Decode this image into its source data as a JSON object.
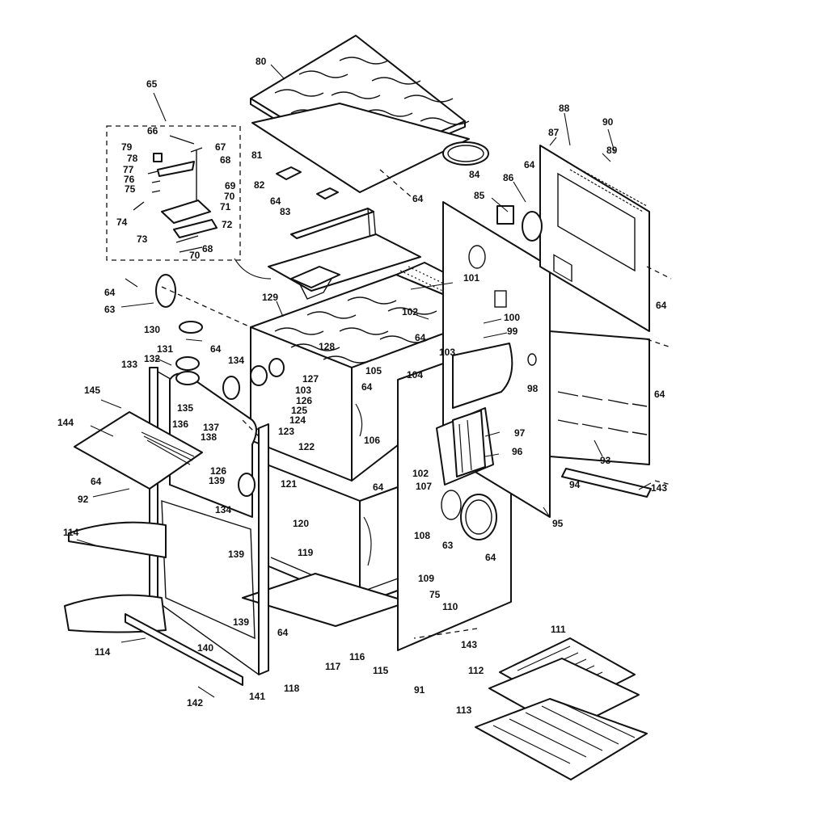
{
  "diagram": {
    "callouts": [
      {
        "id": "c80",
        "label": "80"
      },
      {
        "id": "c65",
        "label": "65"
      },
      {
        "id": "c66",
        "label": "66"
      },
      {
        "id": "c79",
        "label": "79"
      },
      {
        "id": "c78",
        "label": "78"
      },
      {
        "id": "c77",
        "label": "77"
      },
      {
        "id": "c76",
        "label": "76"
      },
      {
        "id": "c75a",
        "label": "75"
      },
      {
        "id": "c74",
        "label": "74"
      },
      {
        "id": "c73",
        "label": "73"
      },
      {
        "id": "c67",
        "label": "67"
      },
      {
        "id": "c68a",
        "label": "68"
      },
      {
        "id": "c69",
        "label": "69"
      },
      {
        "id": "c70a",
        "label": "70"
      },
      {
        "id": "c71",
        "label": "71"
      },
      {
        "id": "c72",
        "label": "72"
      },
      {
        "id": "c68b",
        "label": "68"
      },
      {
        "id": "c70b",
        "label": "70"
      },
      {
        "id": "c81",
        "label": "81"
      },
      {
        "id": "c82",
        "label": "82"
      },
      {
        "id": "c64a",
        "label": "64"
      },
      {
        "id": "c83",
        "label": "83"
      },
      {
        "id": "c84",
        "label": "84"
      },
      {
        "id": "c64b",
        "label": "64"
      },
      {
        "id": "c85",
        "label": "85"
      },
      {
        "id": "c86",
        "label": "86"
      },
      {
        "id": "c64c",
        "label": "64"
      },
      {
        "id": "c87",
        "label": "87"
      },
      {
        "id": "c88",
        "label": "88"
      },
      {
        "id": "c89",
        "label": "89"
      },
      {
        "id": "c90",
        "label": "90"
      },
      {
        "id": "c64d",
        "label": "64"
      },
      {
        "id": "c63a",
        "label": "63"
      },
      {
        "id": "c129",
        "label": "129"
      },
      {
        "id": "c101",
        "label": "101"
      },
      {
        "id": "c102a",
        "label": "102"
      },
      {
        "id": "c100",
        "label": "100"
      },
      {
        "id": "c99",
        "label": "99"
      },
      {
        "id": "c64e",
        "label": "64"
      },
      {
        "id": "c130",
        "label": "130"
      },
      {
        "id": "c64f",
        "label": "64"
      },
      {
        "id": "c131",
        "label": "131"
      },
      {
        "id": "c132",
        "label": "132"
      },
      {
        "id": "c133",
        "label": "133"
      },
      {
        "id": "c134a",
        "label": "134"
      },
      {
        "id": "c128",
        "label": "128"
      },
      {
        "id": "c64g",
        "label": "64"
      },
      {
        "id": "c103a",
        "label": "103"
      },
      {
        "id": "c127",
        "label": "127"
      },
      {
        "id": "c105",
        "label": "105"
      },
      {
        "id": "c104",
        "label": "104"
      },
      {
        "id": "c64h",
        "label": "64"
      },
      {
        "id": "c145",
        "label": "145"
      },
      {
        "id": "c135",
        "label": "135"
      },
      {
        "id": "c103b",
        "label": "103"
      },
      {
        "id": "c126a",
        "label": "126"
      },
      {
        "id": "c125",
        "label": "125"
      },
      {
        "id": "c124",
        "label": "124"
      },
      {
        "id": "c98",
        "label": "98"
      },
      {
        "id": "c64i",
        "label": "64"
      },
      {
        "id": "c144",
        "label": "144"
      },
      {
        "id": "c136",
        "label": "136"
      },
      {
        "id": "c137",
        "label": "137"
      },
      {
        "id": "c138",
        "label": "138"
      },
      {
        "id": "c123",
        "label": "123"
      },
      {
        "id": "c106",
        "label": "106"
      },
      {
        "id": "c122",
        "label": "122"
      },
      {
        "id": "c97",
        "label": "97"
      },
      {
        "id": "c96",
        "label": "96"
      },
      {
        "id": "c93",
        "label": "93"
      },
      {
        "id": "c64j",
        "label": "64"
      },
      {
        "id": "c92",
        "label": "92"
      },
      {
        "id": "c126b",
        "label": "126"
      },
      {
        "id": "c139a",
        "label": "139"
      },
      {
        "id": "c121",
        "label": "121"
      },
      {
        "id": "c102b",
        "label": "102"
      },
      {
        "id": "c64k",
        "label": "64"
      },
      {
        "id": "c107",
        "label": "107"
      },
      {
        "id": "c94",
        "label": "94"
      },
      {
        "id": "c143a",
        "label": "143"
      },
      {
        "id": "c134b",
        "label": "134"
      },
      {
        "id": "c120",
        "label": "120"
      },
      {
        "id": "c95",
        "label": "95"
      },
      {
        "id": "c63b",
        "label": "63"
      },
      {
        "id": "c64l",
        "label": "64"
      },
      {
        "id": "c114a",
        "label": "114"
      },
      {
        "id": "c119",
        "label": "119"
      },
      {
        "id": "c108",
        "label": "108"
      },
      {
        "id": "c139b",
        "label": "139"
      },
      {
        "id": "c109",
        "label": "109"
      },
      {
        "id": "c75b",
        "label": "75"
      },
      {
        "id": "c110",
        "label": "110"
      },
      {
        "id": "c139c",
        "label": "139"
      },
      {
        "id": "c64m",
        "label": "64"
      },
      {
        "id": "c143b",
        "label": "143"
      },
      {
        "id": "c111",
        "label": "111"
      },
      {
        "id": "c114b",
        "label": "114"
      },
      {
        "id": "c140",
        "label": "140"
      },
      {
        "id": "c117",
        "label": "117"
      },
      {
        "id": "c116",
        "label": "116"
      },
      {
        "id": "c115",
        "label": "115"
      },
      {
        "id": "c112",
        "label": "112"
      },
      {
        "id": "c118",
        "label": "118"
      },
      {
        "id": "c91",
        "label": "91"
      },
      {
        "id": "c142",
        "label": "142"
      },
      {
        "id": "c141",
        "label": "141"
      },
      {
        "id": "c113",
        "label": "113"
      }
    ]
  }
}
